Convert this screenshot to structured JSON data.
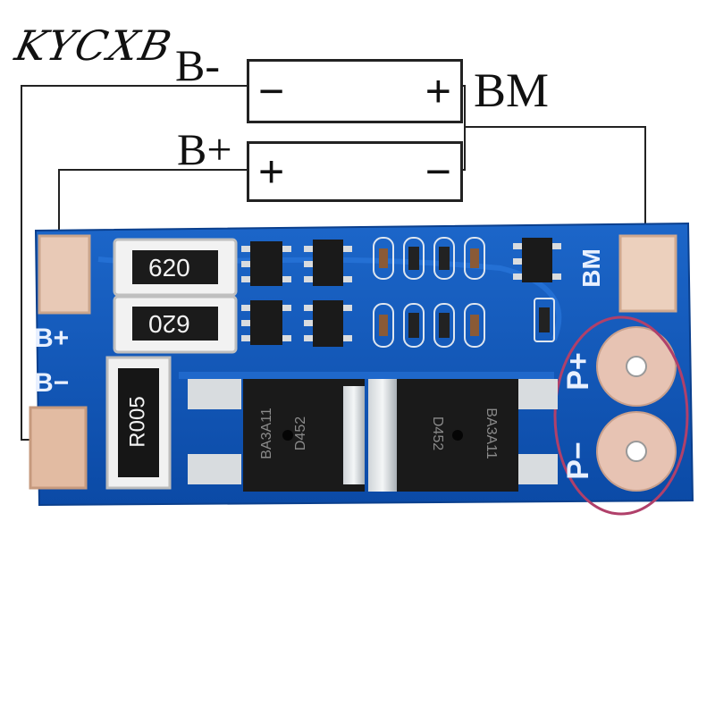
{
  "watermark": "KYCXB",
  "wiring": {
    "neg_label": "B-",
    "pos_label": "B+",
    "mid_label": "BM",
    "cell_top": {
      "left_symbol": "−",
      "right_symbol": "+"
    },
    "cell_bottom": {
      "left_symbol": "+",
      "right_symbol": "−"
    }
  },
  "board": {
    "color": "#0d56b8",
    "pad_left_top": "B+",
    "pad_left_bottom": "B−",
    "pad_right_top": "BM",
    "out_pos": "P+",
    "out_neg": "P−",
    "resistor_top": "620",
    "resistor_mid": "620",
    "shunt": "R005",
    "mosfet_left": [
      "D452",
      "BA3A11"
    ],
    "mosfet_right": [
      "D452",
      "BA3A11"
    ]
  },
  "highlight_color": "#b0406a"
}
